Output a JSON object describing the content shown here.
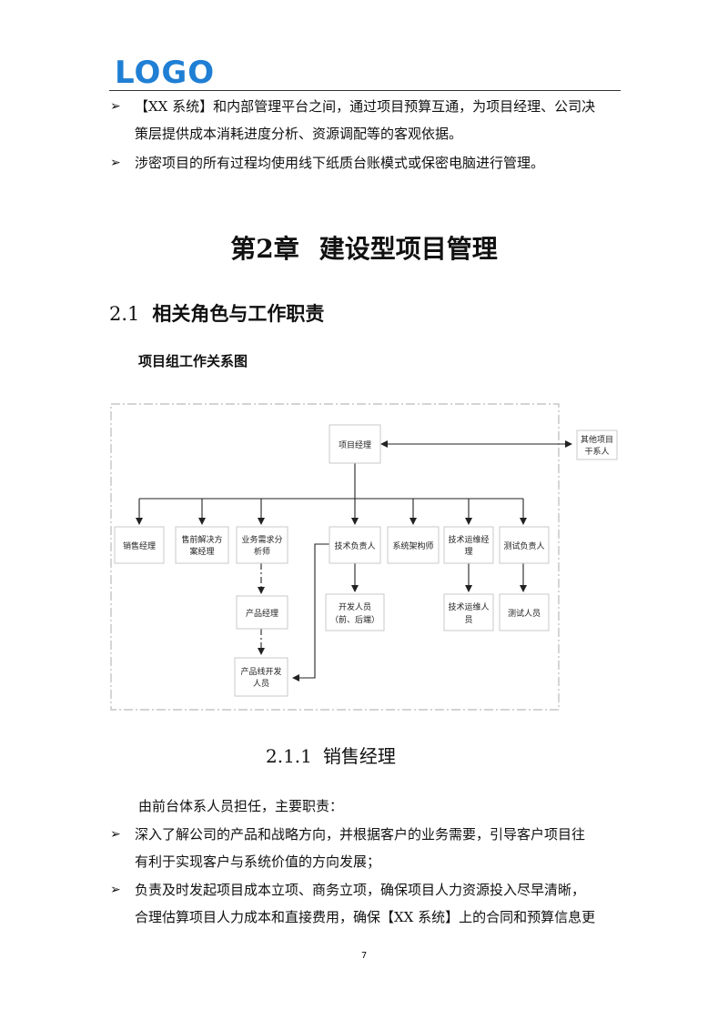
{
  "header": {
    "logo_text": "LOGO"
  },
  "top_bullets": [
    {
      "lines": [
        "【XX 系统】和内部管理平台之间，通过项目预算互通，为项目经理、公司决",
        "策层提供成本消耗进度分析、资源调配等的客观依据。"
      ]
    },
    {
      "lines": [
        "涉密项目的所有过程均使用线下纸质台账模式或保密电脑进行管理。"
      ]
    }
  ],
  "chapter": {
    "number": "第2章",
    "title": "建设型项目管理"
  },
  "section": {
    "number": "2.1",
    "title": "相关角色与工作职责"
  },
  "figure": {
    "title": "项目组工作关系图",
    "nodes": {
      "pm": [
        "项目经理"
      ],
      "other": [
        "其他项目",
        "干系人"
      ],
      "sales": [
        "销售经理"
      ],
      "presales": [
        "售前解决方",
        "案经理"
      ],
      "ba": [
        "业务需求分",
        "析师"
      ],
      "tech": [
        "技术负责人"
      ],
      "arch": [
        "系统架构师"
      ],
      "ops": [
        "技术运维经",
        "理"
      ],
      "test": [
        "测试负责人"
      ],
      "product": [
        "产品经理"
      ],
      "dev": [
        "开发人员",
        "（前、后端）"
      ],
      "ops_staff": [
        "技术运维人",
        "员"
      ],
      "test_staff": [
        "测试人员"
      ],
      "pl_dev": [
        "产品线开发",
        "人员"
      ]
    }
  },
  "subsection": {
    "number": "2.1.1",
    "title": "销售经理"
  },
  "body": {
    "intro": "由前台体系人员担任，主要职责：",
    "bullets": [
      {
        "lines": [
          "深入了解公司的产品和战略方向，并根据客户的业务需要，引导客户项目往",
          "有利于实现客户与系统价值的方向发展；"
        ]
      },
      {
        "lines": [
          "负责及时发起项目成本立项、商务立项，确保项目人力资源投入尽早清晰，",
          "合理估算项目人力成本和直接费用，确保【XX 系统】上的合同和预算信息更"
        ]
      }
    ]
  },
  "footer": {
    "page_number": "7"
  }
}
